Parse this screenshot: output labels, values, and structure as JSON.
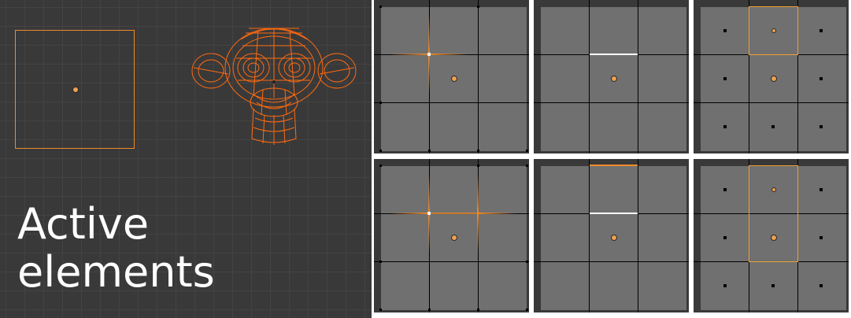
{
  "caption": {
    "line1": "Active",
    "line2": "elements"
  },
  "colors": {
    "viewport_bg": "#393939",
    "face_gray": "#707070",
    "selection_orange": "#f08a2a",
    "active_white": "#ffffff"
  },
  "icons": {
    "object_origin": "origin-dot-icon",
    "monkey": "suzanne-wireframe-icon"
  },
  "panels": [
    {
      "mode": "vertex",
      "state": "single-active"
    },
    {
      "mode": "edge",
      "state": "single-active"
    },
    {
      "mode": "face",
      "state": "single-active"
    },
    {
      "mode": "vertex",
      "state": "multi-select-active"
    },
    {
      "mode": "edge",
      "state": "multi-select-active"
    },
    {
      "mode": "face",
      "state": "multi-select-active"
    }
  ]
}
